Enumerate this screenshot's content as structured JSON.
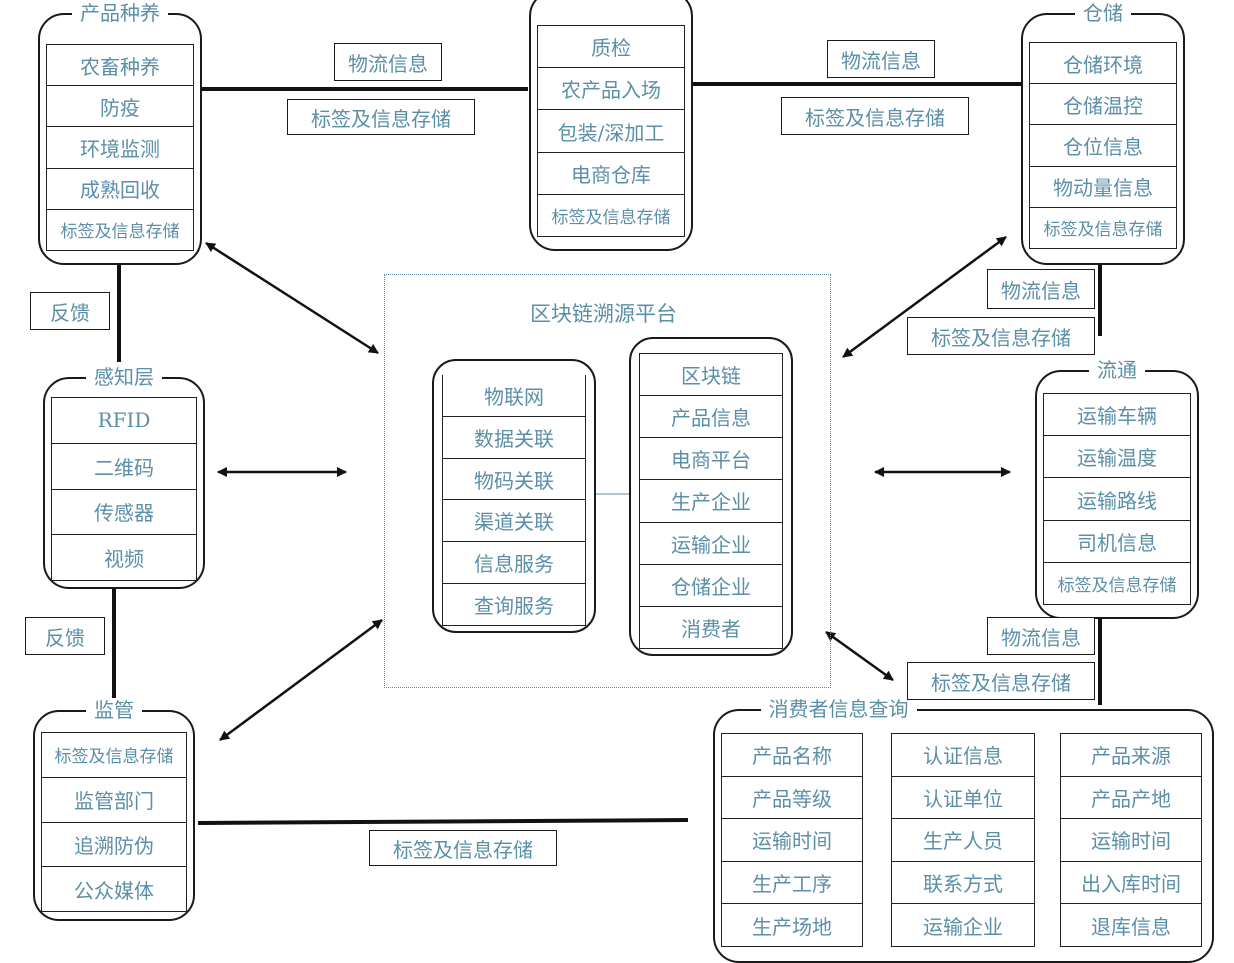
{
  "groups": {
    "product_breeding": {
      "title": "产品种养",
      "items": [
        "农畜种养",
        "防疫",
        "环境监测",
        "成熟回收",
        "标签及信息存储"
      ]
    },
    "processing": {
      "title": "加工",
      "items": [
        "质检",
        "农产品入场",
        "包装/深加工",
        "电商仓库",
        "标签及信息存储"
      ]
    },
    "storage": {
      "title": "仓储",
      "items": [
        "仓储环境",
        "仓储温控",
        "仓位信息",
        "物动量信息",
        "标签及信息存储"
      ]
    },
    "perception": {
      "title": "感知层",
      "items": [
        "RFID",
        "二维码",
        "传感器",
        "视频"
      ]
    },
    "circulation": {
      "title": "流通",
      "items": [
        "运输车辆",
        "运输温度",
        "运输路线",
        "司机信息",
        "标签及信息存储"
      ]
    },
    "supervision": {
      "title": "监管",
      "items": [
        "标签及信息存储",
        "监管部门",
        "追溯防伪",
        "公众媒体"
      ]
    },
    "consumer_query": {
      "title": "消费者信息查询",
      "col1": [
        "产品名称",
        "产品等级",
        "运输时间",
        "生产工序",
        "生产场地"
      ],
      "col2": [
        "认证信息",
        "认证单位",
        "生产人员",
        "联系方式",
        "运输企业"
      ],
      "col3": [
        "产品来源",
        "产品产地",
        "运输时间",
        "出入库时间",
        "退库信息"
      ]
    }
  },
  "platform": {
    "title": "区块链溯源平台",
    "left": [
      "物联网",
      "数据关联",
      "物码关联",
      "渠道关联",
      "信息服务",
      "查询服务"
    ],
    "right": [
      "区块链",
      "产品信息",
      "电商平台",
      "生产企业",
      "运输企业",
      "仓储企业",
      "消费者"
    ]
  },
  "labels": {
    "logistics": "物流信息",
    "tag_storage": "标签及信息存储",
    "feedback": "反馈"
  }
}
